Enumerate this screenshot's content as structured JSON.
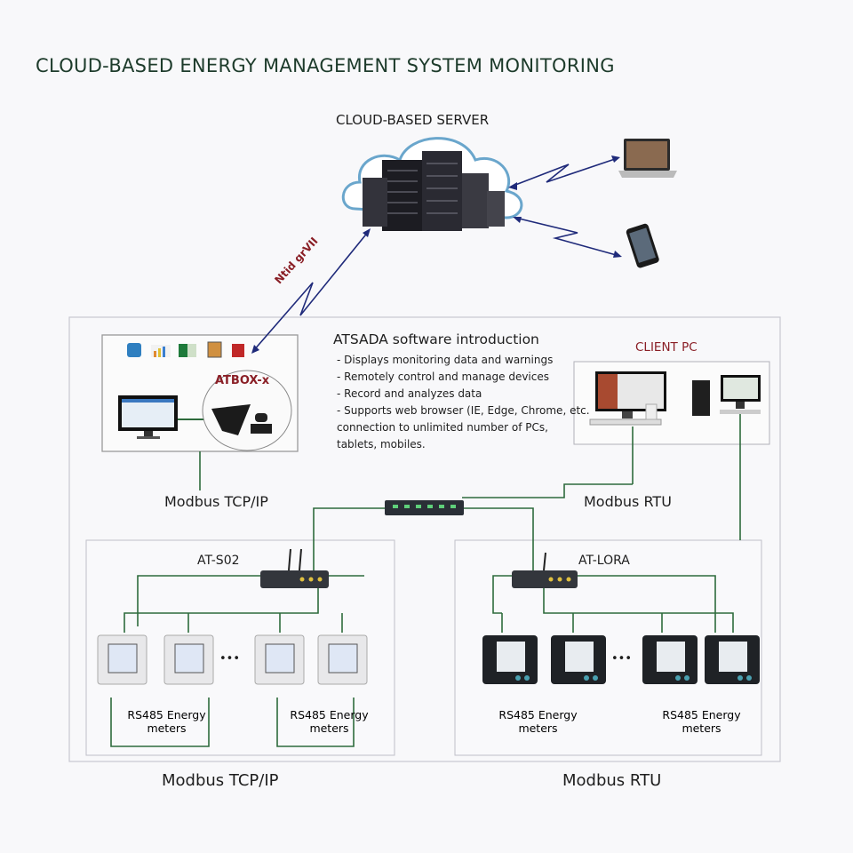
{
  "title": "CLOUD-BASED ENERGY MANAGEMENT SYSTEM MONITORING",
  "cloud_label": "CLOUD-BASED SERVER",
  "link_label": "Ntid grVII",
  "atbox_label": "ATBOX-x",
  "intro": {
    "heading": "ATSADA software introduction",
    "items": [
      "Displays monitoring data and warnings",
      "Remotely control and manage devices",
      "Record and analyzes data",
      "Supports web browser (IE, Edge, Chrome, etc.",
      "connection to unlimited number of PCs,",
      "tablets, mobiles."
    ]
  },
  "client_pc_label": "CLIENT PC",
  "modbus_tcp_label": "Modbus TCP/IP",
  "modbus_rtu_label": "Modbus RTU",
  "left_group": {
    "gateway": "AT-S02",
    "meter_label_1": "RS485 Energy",
    "meter_label_2": "meters",
    "footer": "Modbus TCP/IP"
  },
  "right_group": {
    "gateway": "AT-LORA",
    "meter_label_1": "RS485 Energy",
    "meter_label_2": "meters",
    "footer": "Modbus RTU"
  },
  "ellipsis": "•••",
  "colors": {
    "title": "#1d3b2b",
    "accent_red": "#8a1f26",
    "wire_green": "#2e6b3c",
    "arrow_blue": "#1f2a7a",
    "cloud_blue": "#6aa6cc"
  }
}
